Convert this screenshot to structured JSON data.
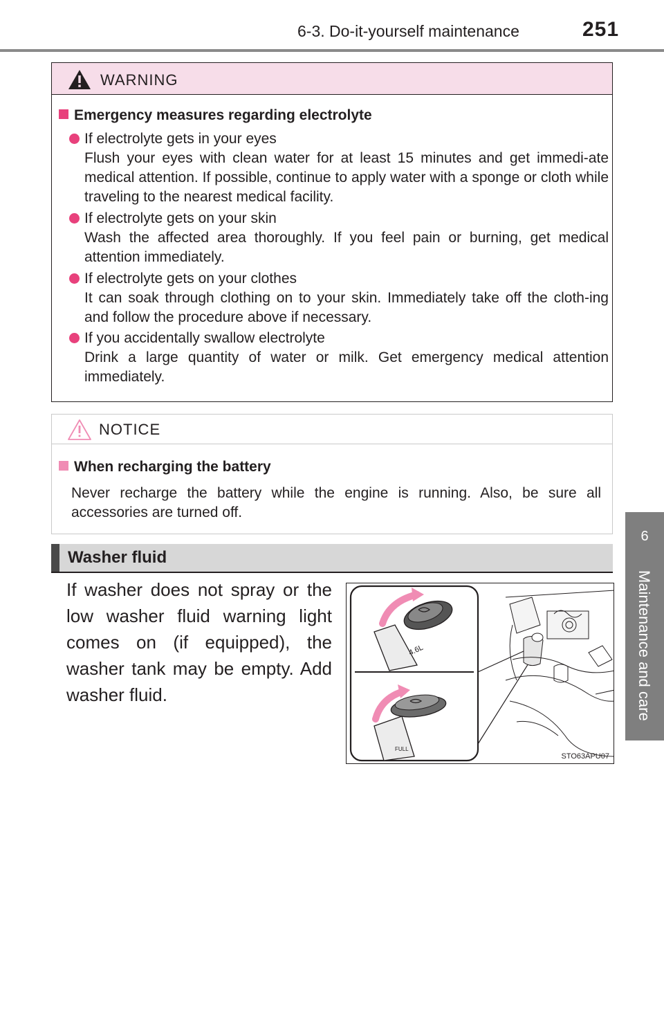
{
  "header": {
    "section": "6-3. Do-it-yourself maintenance",
    "page_number": "251"
  },
  "side_tab": {
    "chapter_number": "6",
    "chapter_label": "Maintenance and care"
  },
  "warning": {
    "title": "WARNING",
    "heading": "Emergency measures regarding electrolyte",
    "items": [
      {
        "title": "If electrolyte gets in your eyes",
        "body": "Flush your eyes with clean water for at least 15 minutes and get immedi-ate medical attention. If possible, continue to apply water with a sponge or cloth while traveling to the nearest medical facility."
      },
      {
        "title": "If electrolyte gets on your skin",
        "body": "Wash the affected area thoroughly. If you feel pain or burning, get medical attention immediately."
      },
      {
        "title": "If electrolyte gets on your clothes",
        "body": "It can soak through clothing on to your skin. Immediately take off the cloth-ing and follow the procedure above if necessary."
      },
      {
        "title": "If you accidentally swallow electrolyte",
        "body": "Drink a large quantity of water or milk. Get emergency medical attention immediately."
      }
    ]
  },
  "notice": {
    "title": "NOTICE",
    "heading": "When recharging the battery",
    "body": "Never recharge the battery while the engine is running. Also, be sure all accessories are turned off."
  },
  "washer": {
    "section_title": "Washer fluid",
    "paragraph": "If washer does not spray or the low washer fluid warning light comes on (if equipped), the washer tank may be empty. Add washer fluid.",
    "figure_code": "STO63APU07",
    "cap_marking_top": "4.6L",
    "cap_marking_bottom": "FULL"
  },
  "colors": {
    "accent_pink": "#e8417c",
    "warning_header_bg": "#f7dde9",
    "side_tab_gray": "#7f7f7f"
  }
}
